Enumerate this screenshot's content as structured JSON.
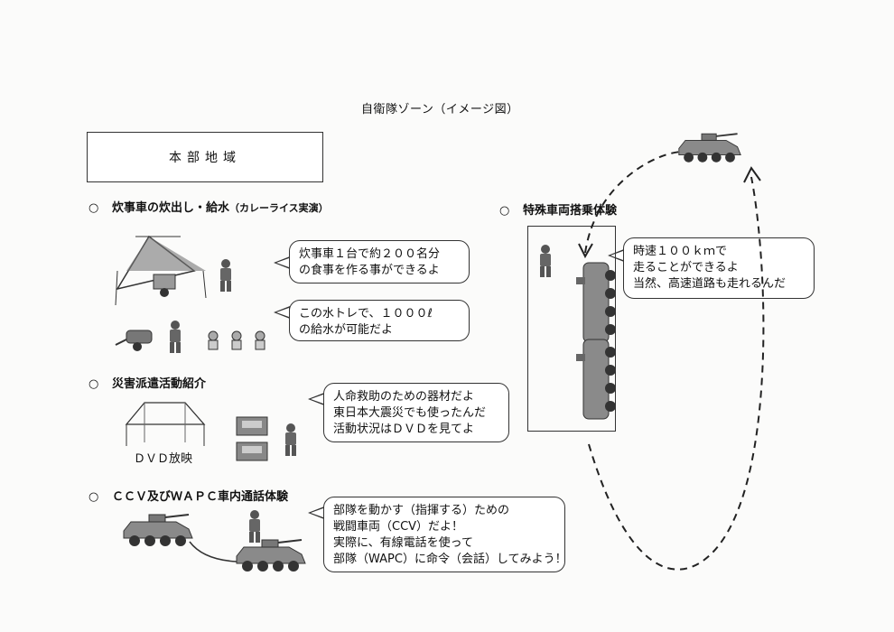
{
  "title": "自衛隊ゾーン（イメージ図）",
  "hq": {
    "label": "本部地域"
  },
  "sections": {
    "cooking": {
      "bullet": "○",
      "label": "炊事車の炊出し・給水",
      "note": "（カレーライス実演）"
    },
    "disaster": {
      "bullet": "○",
      "label": "災害派遣活動紹介"
    },
    "ccv": {
      "bullet": "○",
      "label": "ＣＣＶ及びＷＡＰＣ車内通話体験"
    },
    "special": {
      "bullet": "○",
      "label": "特殊車両搭乗体験"
    }
  },
  "bubbles": {
    "cooking_car": [
      "炊事車１台で約２００名分",
      "の食事を作る事ができるよ"
    ],
    "water": [
      "この水トレで、１０００ℓ",
      "の給水が可能だよ"
    ],
    "rescue": [
      "人命救助のための器材だよ",
      "東日本大震災でも使ったんだ",
      "活動状況はＤＶＤを見てよ"
    ],
    "ccv": [
      "部隊を動かす（指揮する）ための",
      "戦闘車両（CCV）だよ！",
      "実際に、有線電話を使って",
      "部隊（WAPC）に命令（会話）してみよう！"
    ],
    "speed": [
      "時速１００ｋｍで",
      "走ることができるよ",
      "当然、高速道路も走れるんだ"
    ]
  },
  "captions": {
    "dvd": "ＤＶＤ放映"
  },
  "icons": [
    "tent-icon",
    "soldier-icon",
    "water-trailer-icon",
    "children-icon",
    "canopy-tent-icon",
    "equipment-case-icon",
    "armored-vehicle-icon",
    "route-arrow-icon"
  ]
}
